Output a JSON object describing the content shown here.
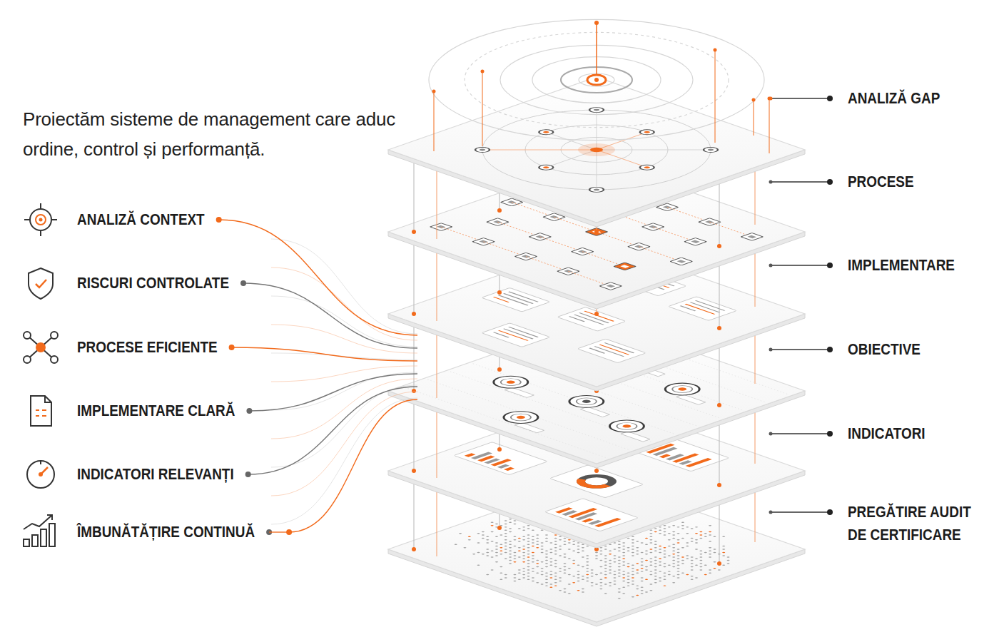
{
  "diagram": {
    "title": "Proiectăm sisteme de management care aduc ordine, control și performanță.",
    "labels": [
      "ANALIZĂ CONTEXT",
      "RISCURI CONTROLATE",
      "PROCESE EFICIENTE",
      "IMPLEMENTARE CLARĂ",
      "INDICATORI RELEVANȚI",
      "ÎMBUNĂTĂȚIRE CONTINUĂ",
      "ANALIZĂ GAP",
      "PROCESE",
      "IMPLEMENTARE",
      "OBIECTIVE",
      "INDICATORI",
      "PREGĂTIRE AUDIT DE CERTIFICARE"
    ]
  }
}
